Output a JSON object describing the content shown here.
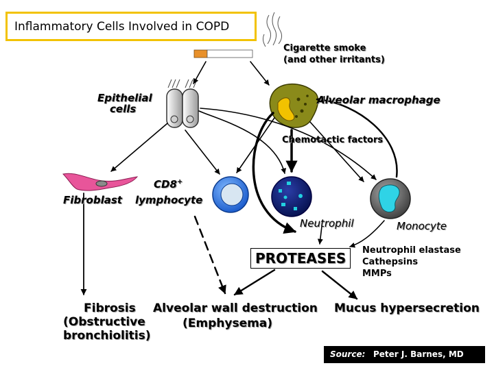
{
  "title": "Inflammatory Cells Involved in COPD",
  "nodes": {
    "smoke_line1": "Cigarette smoke",
    "smoke_line2": "(and other irritants)",
    "epithelial_line1": "Epithelial",
    "epithelial_line2": "cells",
    "macrophage": "Alveolar macrophage",
    "chemotactic": "Chemotactic factors",
    "cd8": "CD8",
    "cd8_sup": "+",
    "lymphocyte": "lymphocyte",
    "fibroblast": "Fibroblast",
    "neutrophil": "Neutrophil",
    "monocyte": "Monocyte",
    "proteases": "PROTEASES",
    "protease_types": [
      "Neutrophil elastase",
      "Cathepsins",
      "MMPs"
    ]
  },
  "outcomes": {
    "fibrosis": "Fibrosis",
    "obstructive": "(Obstructive",
    "bronchiolitis": "bronchiolitis)",
    "alveolar": "Alveolar wall destruction",
    "emphysema": "(Emphysema)",
    "mucus": "Mucus hypersecretion"
  },
  "source": {
    "label": "Source:",
    "author": "Peter J. Barnes, MD"
  },
  "colors": {
    "title_border": "#f2c200",
    "cell_blue": "#1e73e8",
    "neutrophil_navy": "#0a1a7a",
    "granule_cyan": "#22d0e0",
    "monocyte_cyan": "#2fd3e6",
    "macrophage_olive": "#8a8a1a",
    "macrophage_nucleus": "#f2c200",
    "fibroblast_pink": "#e8559a"
  }
}
